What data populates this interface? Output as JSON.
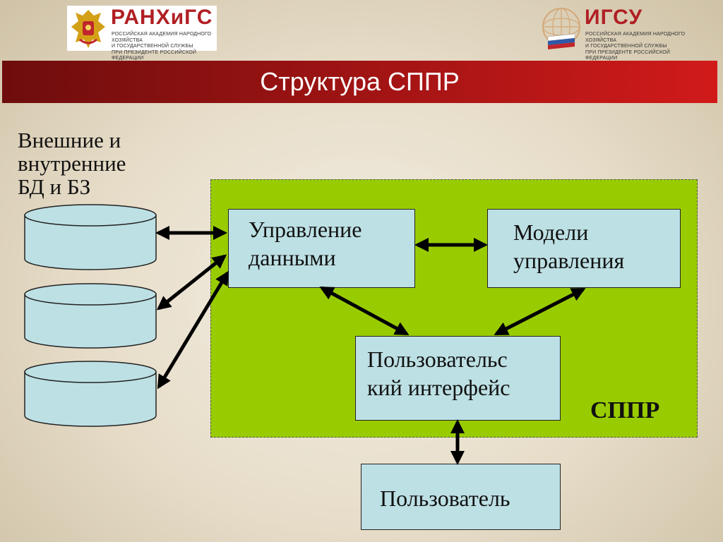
{
  "header": {
    "left_logo": {
      "title": "РАНХиГС",
      "subtitle": "РОССИЙСКАЯ АКАДЕМИЯ НАРОДНОГО ХОЗЯЙСТВА\nИ ГОСУДАРСТВЕННОЙ СЛУЖБЫ\nПРИ ПРЕЗИДЕНТЕ РОССИЙСКОЙ ФЕДЕРАЦИИ"
    },
    "right_logo": {
      "title": "ИГСУ",
      "subtitle": "РОССИЙСКАЯ АКАДЕМИЯ НАРОДНОГО ХОЗЯЙСТВА\nИ ГОСУДАРСТВЕННОЙ СЛУЖБЫ\nПРИ ПРЕЗИДЕНТЕ РОССИЙСКОЙ ФЕДЕРАЦИИ"
    }
  },
  "slide": {
    "title": "Структура СППР"
  },
  "diagram": {
    "databases_label": "Внешние и\nвнутренние\nБД и БЗ",
    "dss_label": "СППР",
    "nodes": {
      "data_management": "Управление\nданными",
      "models": "Модели\nуправления",
      "interface": "Пользовательс\nкий интерфейс",
      "user": "Пользователь"
    },
    "colors": {
      "dss_area": "#99cc00",
      "box_fill": "#bde0e4",
      "banner": "#b01515",
      "brand_red": "#b01f24"
    }
  }
}
